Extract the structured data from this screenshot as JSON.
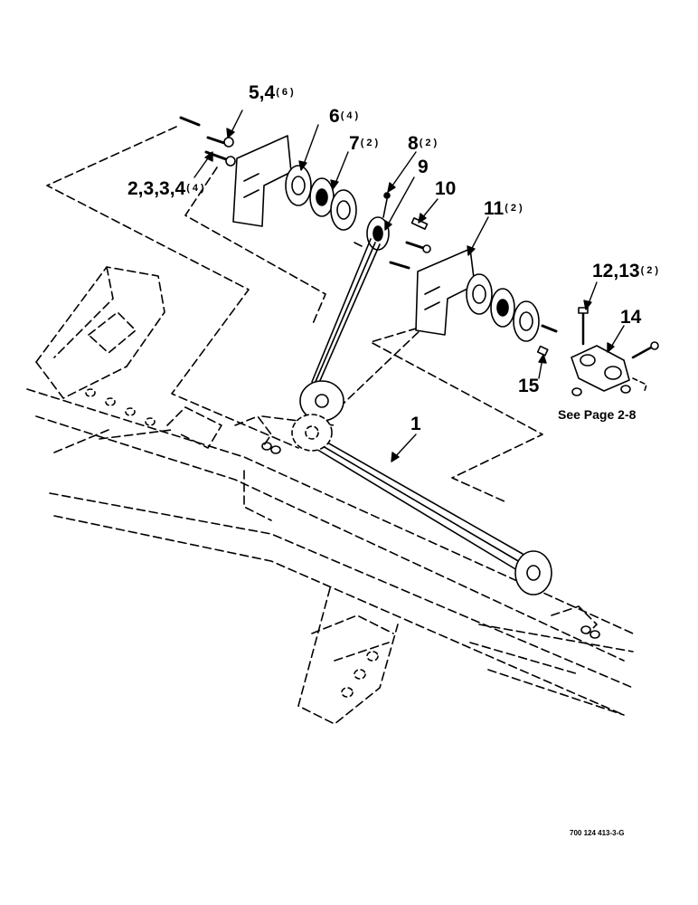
{
  "callouts": [
    {
      "id": "c-5-4",
      "label": "5,4",
      "qty": "(6)"
    },
    {
      "id": "c-6",
      "label": "6",
      "qty": "(4)"
    },
    {
      "id": "c-7",
      "label": "7",
      "qty": "(2)"
    },
    {
      "id": "c-8",
      "label": "8",
      "qty": "(2)"
    },
    {
      "id": "c-9",
      "label": "9",
      "qty": ""
    },
    {
      "id": "c-10",
      "label": "10",
      "qty": ""
    },
    {
      "id": "c-11",
      "label": "11",
      "qty": "(2)"
    },
    {
      "id": "c-2-3-3-4",
      "label": "2,3,3,4",
      "qty": "(4)"
    },
    {
      "id": "c-12-13",
      "label": "12,13",
      "qty": "(2)"
    },
    {
      "id": "c-14",
      "label": "14",
      "qty": ""
    },
    {
      "id": "c-15",
      "label": "15",
      "qty": ""
    },
    {
      "id": "c-1",
      "label": "1",
      "qty": ""
    }
  ],
  "reference_note": "See Page 2-8",
  "drawing_number": "700 124 413-3-G"
}
